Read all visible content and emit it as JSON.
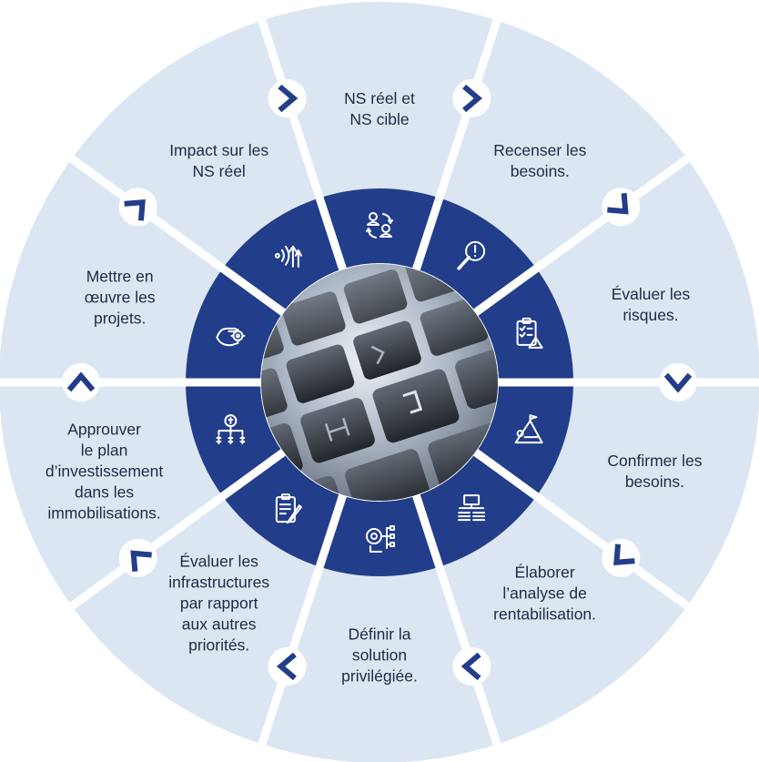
{
  "colors": {
    "outer_ring": "#dce6f3",
    "inner_ring": "#223d8a",
    "divider": "#ffffff",
    "chevron": "#223d8a",
    "icon": "#ffffff",
    "text": "#1f2a44"
  },
  "steps": [
    {
      "lines": [
        "NS réel et",
        "NS cible"
      ],
      "icon": "people-swap-icon",
      "chevron": "right"
    },
    {
      "lines": [
        "Recenser les",
        "besoins."
      ],
      "icon": "magnifier-alert-icon",
      "chevron": "right"
    },
    {
      "lines": [
        "Évaluer les",
        "risques."
      ],
      "icon": "checklist-warning-icon",
      "chevron": "down-right"
    },
    {
      "lines": [
        "Confirmer les",
        "besoins."
      ],
      "icon": "mountain-flag-icon",
      "chevron": "down"
    },
    {
      "lines": [
        "Élaborer",
        "l’analyse de",
        "rentabilisation."
      ],
      "icon": "server-stack-icon",
      "chevron": "down-left"
    },
    {
      "lines": [
        "Définir la",
        "solution",
        "privilégiée."
      ],
      "icon": "target-flowchart-icon",
      "chevron": "left"
    },
    {
      "lines": [
        "Évaluer les",
        "infrastructures",
        "par rapport",
        "aux autres",
        "priorités."
      ],
      "icon": "clipboard-pencil-icon",
      "chevron": "left"
    },
    {
      "lines": [
        "Approuver",
        "le plan",
        "d’investissement",
        "dans les",
        "immobilisations."
      ],
      "icon": "money-tree-icon",
      "chevron": "up-left"
    },
    {
      "lines": [
        "Mettre en",
        "œuvre les",
        "projets."
      ],
      "icon": "hand-gear-icon",
      "chevron": "up"
    },
    {
      "lines": [
        "Impact sur les",
        "NS réel"
      ],
      "icon": "signal-arrow-icon",
      "chevron": "up-right"
    }
  ],
  "center_image": "keyboard-photo"
}
